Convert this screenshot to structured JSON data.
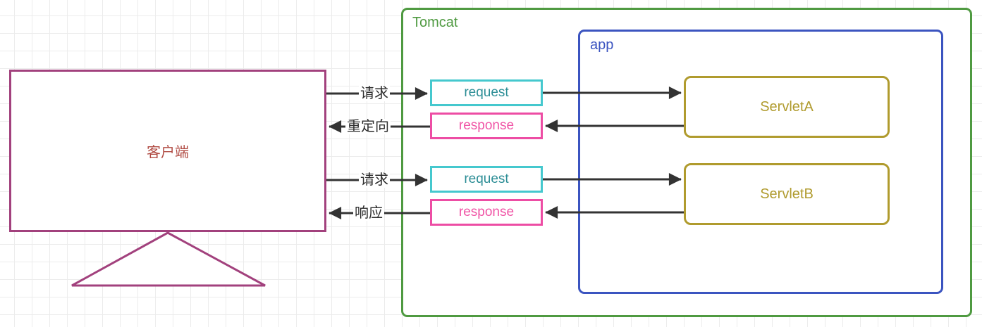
{
  "client": {
    "label": "客户端"
  },
  "tomcat": {
    "label": "Tomcat"
  },
  "app": {
    "label": "app"
  },
  "servlet_a": {
    "label": "ServletA"
  },
  "servlet_b": {
    "label": "ServletB"
  },
  "flow1": {
    "request": "request",
    "response": "response",
    "out_label": "请求",
    "back_label": "重定向"
  },
  "flow2": {
    "request": "request",
    "response": "response",
    "out_label": "请求",
    "back_label": "响应"
  },
  "colors": {
    "client_border": "#a2417d",
    "client_text": "#b04a42",
    "tomcat_green": "#4f9a41",
    "app_blue": "#3b54c0",
    "servlet_olive": "#b09b2e",
    "request_border": "#45c8ce",
    "request_text": "#2d8e96",
    "response_border": "#ed4da4",
    "response_text": "#f055a6",
    "arrow": "#333333",
    "grid_line": "#ececec"
  }
}
